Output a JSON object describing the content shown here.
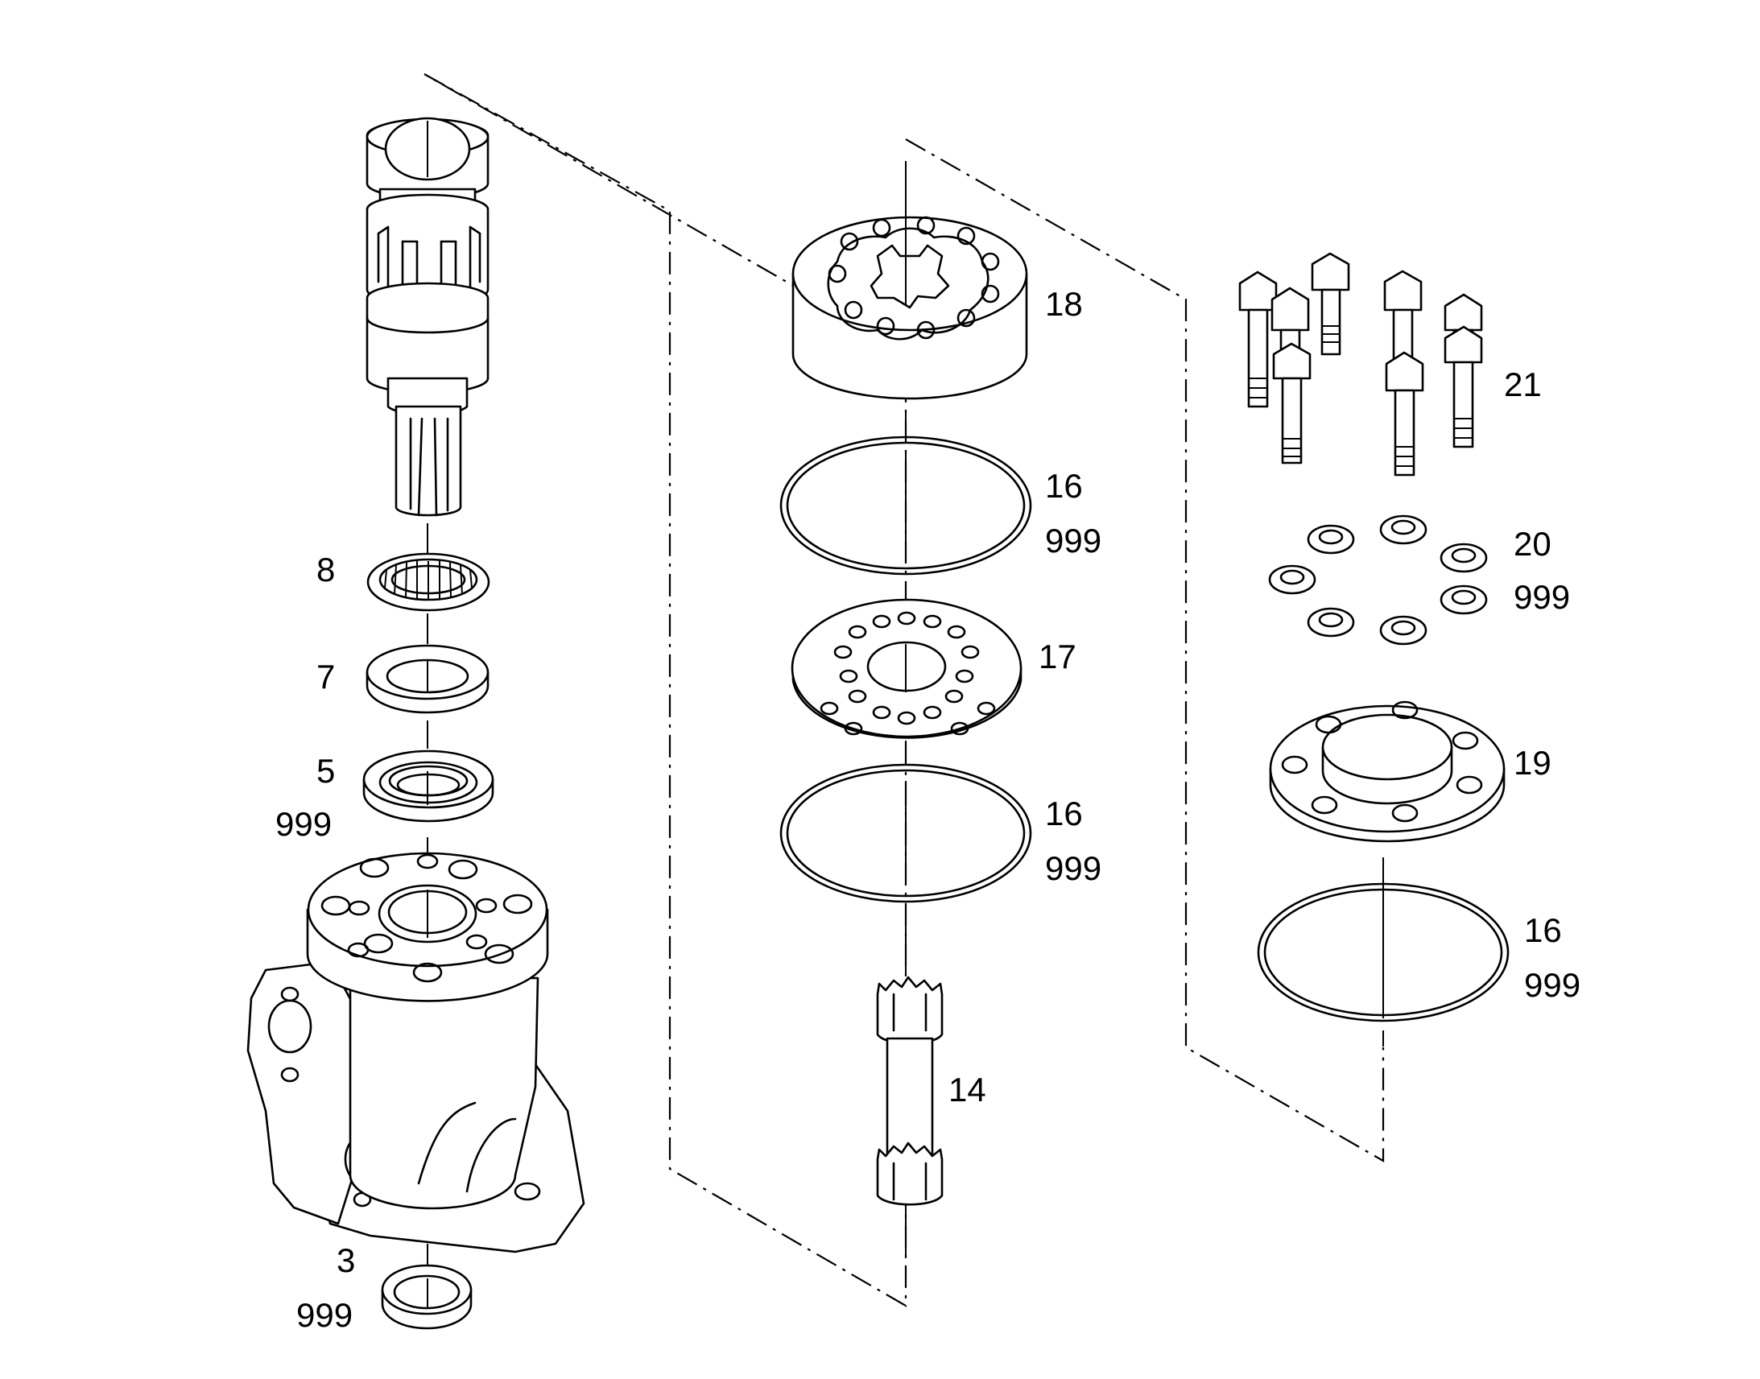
{
  "callouts": {
    "c8": "8",
    "c7": "7",
    "c5": "5",
    "c5b": "999",
    "c3": "3",
    "c3b": "999",
    "c18": "18",
    "c16a": "16",
    "c16a_b": "999",
    "c17": "17",
    "c16b": "16",
    "c16b_b": "999",
    "c14": "14",
    "c21": "21",
    "c20": "20",
    "c20b": "999",
    "c19": "19",
    "c16c": "16",
    "c16c_b": "999"
  },
  "colors": {
    "line": "#000000",
    "background": "#ffffff"
  }
}
